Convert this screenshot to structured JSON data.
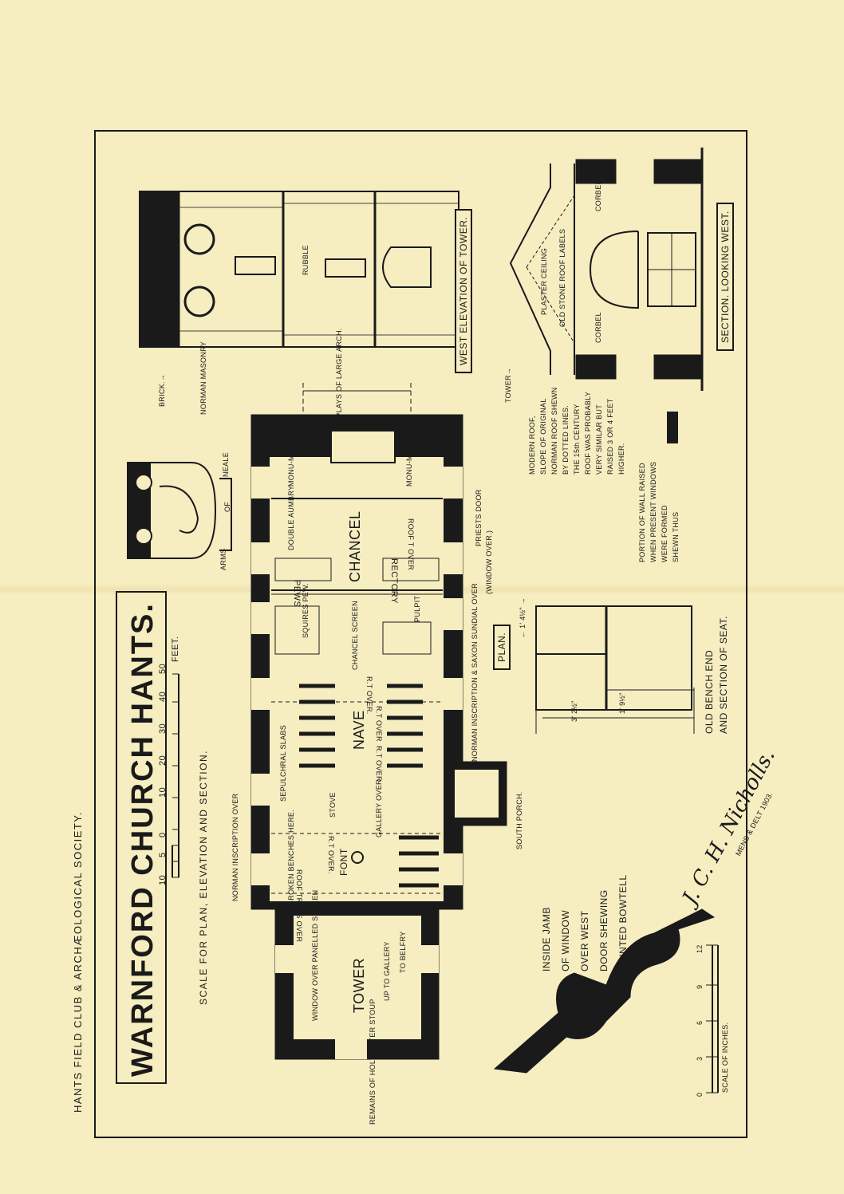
{
  "header": {
    "society": "HANTS FIELD CLUB & ARCHÆOLOGICAL SOCIETY.",
    "title": "WARNFORD CHURCH  HANTS.",
    "scale_caption": "SCALE FOR PLAN, ELEVATION AND SECTION.",
    "scale_ticks": [
      "10",
      "5",
      "0",
      "10",
      "20",
      "30",
      "40",
      "50"
    ],
    "scale_unit": "FEET."
  },
  "arms": {
    "label_parts": [
      "ARMS",
      "OF",
      "NEALE"
    ]
  },
  "elevation": {
    "title": "WEST ELEVATION OF TOWER.",
    "labels": {
      "brick": "BRICK.→",
      "norman": "NORMAN MASONRY",
      "rubble": "RUBBLE",
      "splays": "SPLAYS OF LARGE ARCH."
    }
  },
  "section": {
    "title": "SECTION. LOOKING WEST.",
    "labels": {
      "tower": "TOWER→",
      "plaster": "PLASTER CEILING",
      "old_roof": "OLD STONE ROOF LABELS",
      "corbel_a": "CORBEL",
      "corbel_b": "CORBEL"
    },
    "notes": [
      "MODERN ROOF,",
      "SLOPE OF ORIGINAL",
      "NORMAN ROOF SHEWN",
      "BY DOTTED LINES.",
      "THE 15th CENTURY",
      "ROOF WAS PROBABLY",
      "VERY SIMILAR BUT",
      "RAISED 3 OR 4 FEET",
      "HIGHER."
    ],
    "legend": [
      "PORTION OF WALL RAISED",
      "WHEN PRESENT WINDOWS",
      "WERE FORMED",
      "SHEWN THUS"
    ]
  },
  "plan": {
    "title": "PLAN.",
    "rooms": {
      "chancel": "CHANCEL",
      "nave": "NAVE",
      "tower": "TOWER",
      "south_porch": "SOUTH PORCH."
    },
    "labels": {
      "monument_a": "MONU-MENT",
      "monument_b": "MONU-MENT",
      "double_aumbry": "DOUBLE AUMBRY",
      "pews": "PEWS",
      "rectory": "RECTORY",
      "roof_t_over": "ROOF T OVER",
      "priests_door": "PRIESTS DOOR",
      "window_over": "(WINDOW OVER.)",
      "squires_pew": "SQUIRES PEW.",
      "chancel_screen": "CHANCEL SCREEN",
      "pulpit": "PULPIT",
      "rt_over_1": "R.T OVER.",
      "rt_over_2": "R.T OVER",
      "rt_over_3": "R.T OVER",
      "rt_over_4": "R.T OVER.",
      "sepulchral": "SEPULCHRAL SLABS",
      "stove": "STOVE",
      "gallery": "GALLERY OVER",
      "font": "FONT",
      "broken": "BROKEN BENCHES HERE.",
      "norman_inscription_over": "NORMAN INSCRIPTION OVER",
      "roof_truss": "ROOF TRUSS OVER",
      "window_panelled": "WINDOW OVER PANELLED SCREEN",
      "up_to_gallery": "UP TO GALLERY",
      "to_belfry": "TO BELFRY",
      "holy_water": "REMAINS OF HOLY WATER STOUP",
      "norman_sundial": "NORMAN INSCRIPTION & SAXON SUNDIAL OVER",
      "dim_plan": "← 1' 4½\" →"
    }
  },
  "jamb": {
    "lines": [
      "INSIDE  JAMB",
      "OF WINDOW",
      "OVER  WEST",
      "DOOR  SHEWING",
      "POINTED BOWTELL"
    ],
    "scale_ticks": [
      "0",
      "3",
      "6",
      "9",
      "12"
    ],
    "scale_caption": "SCALE  OF  INCHES."
  },
  "bench": {
    "caption_1": "OLD BENCH END",
    "caption_2": "AND SECTION OF SEAT.",
    "dim_1": "3' 2½\"",
    "dim_2": "1' 9½\""
  },
  "signature": {
    "name": "J. C. H. Nicholls.",
    "note": "MENS & DELT 1903."
  },
  "colors": {
    "paper": "#f6edc0",
    "ink": "#1a1a1a",
    "frame": "#1a1a1a"
  }
}
